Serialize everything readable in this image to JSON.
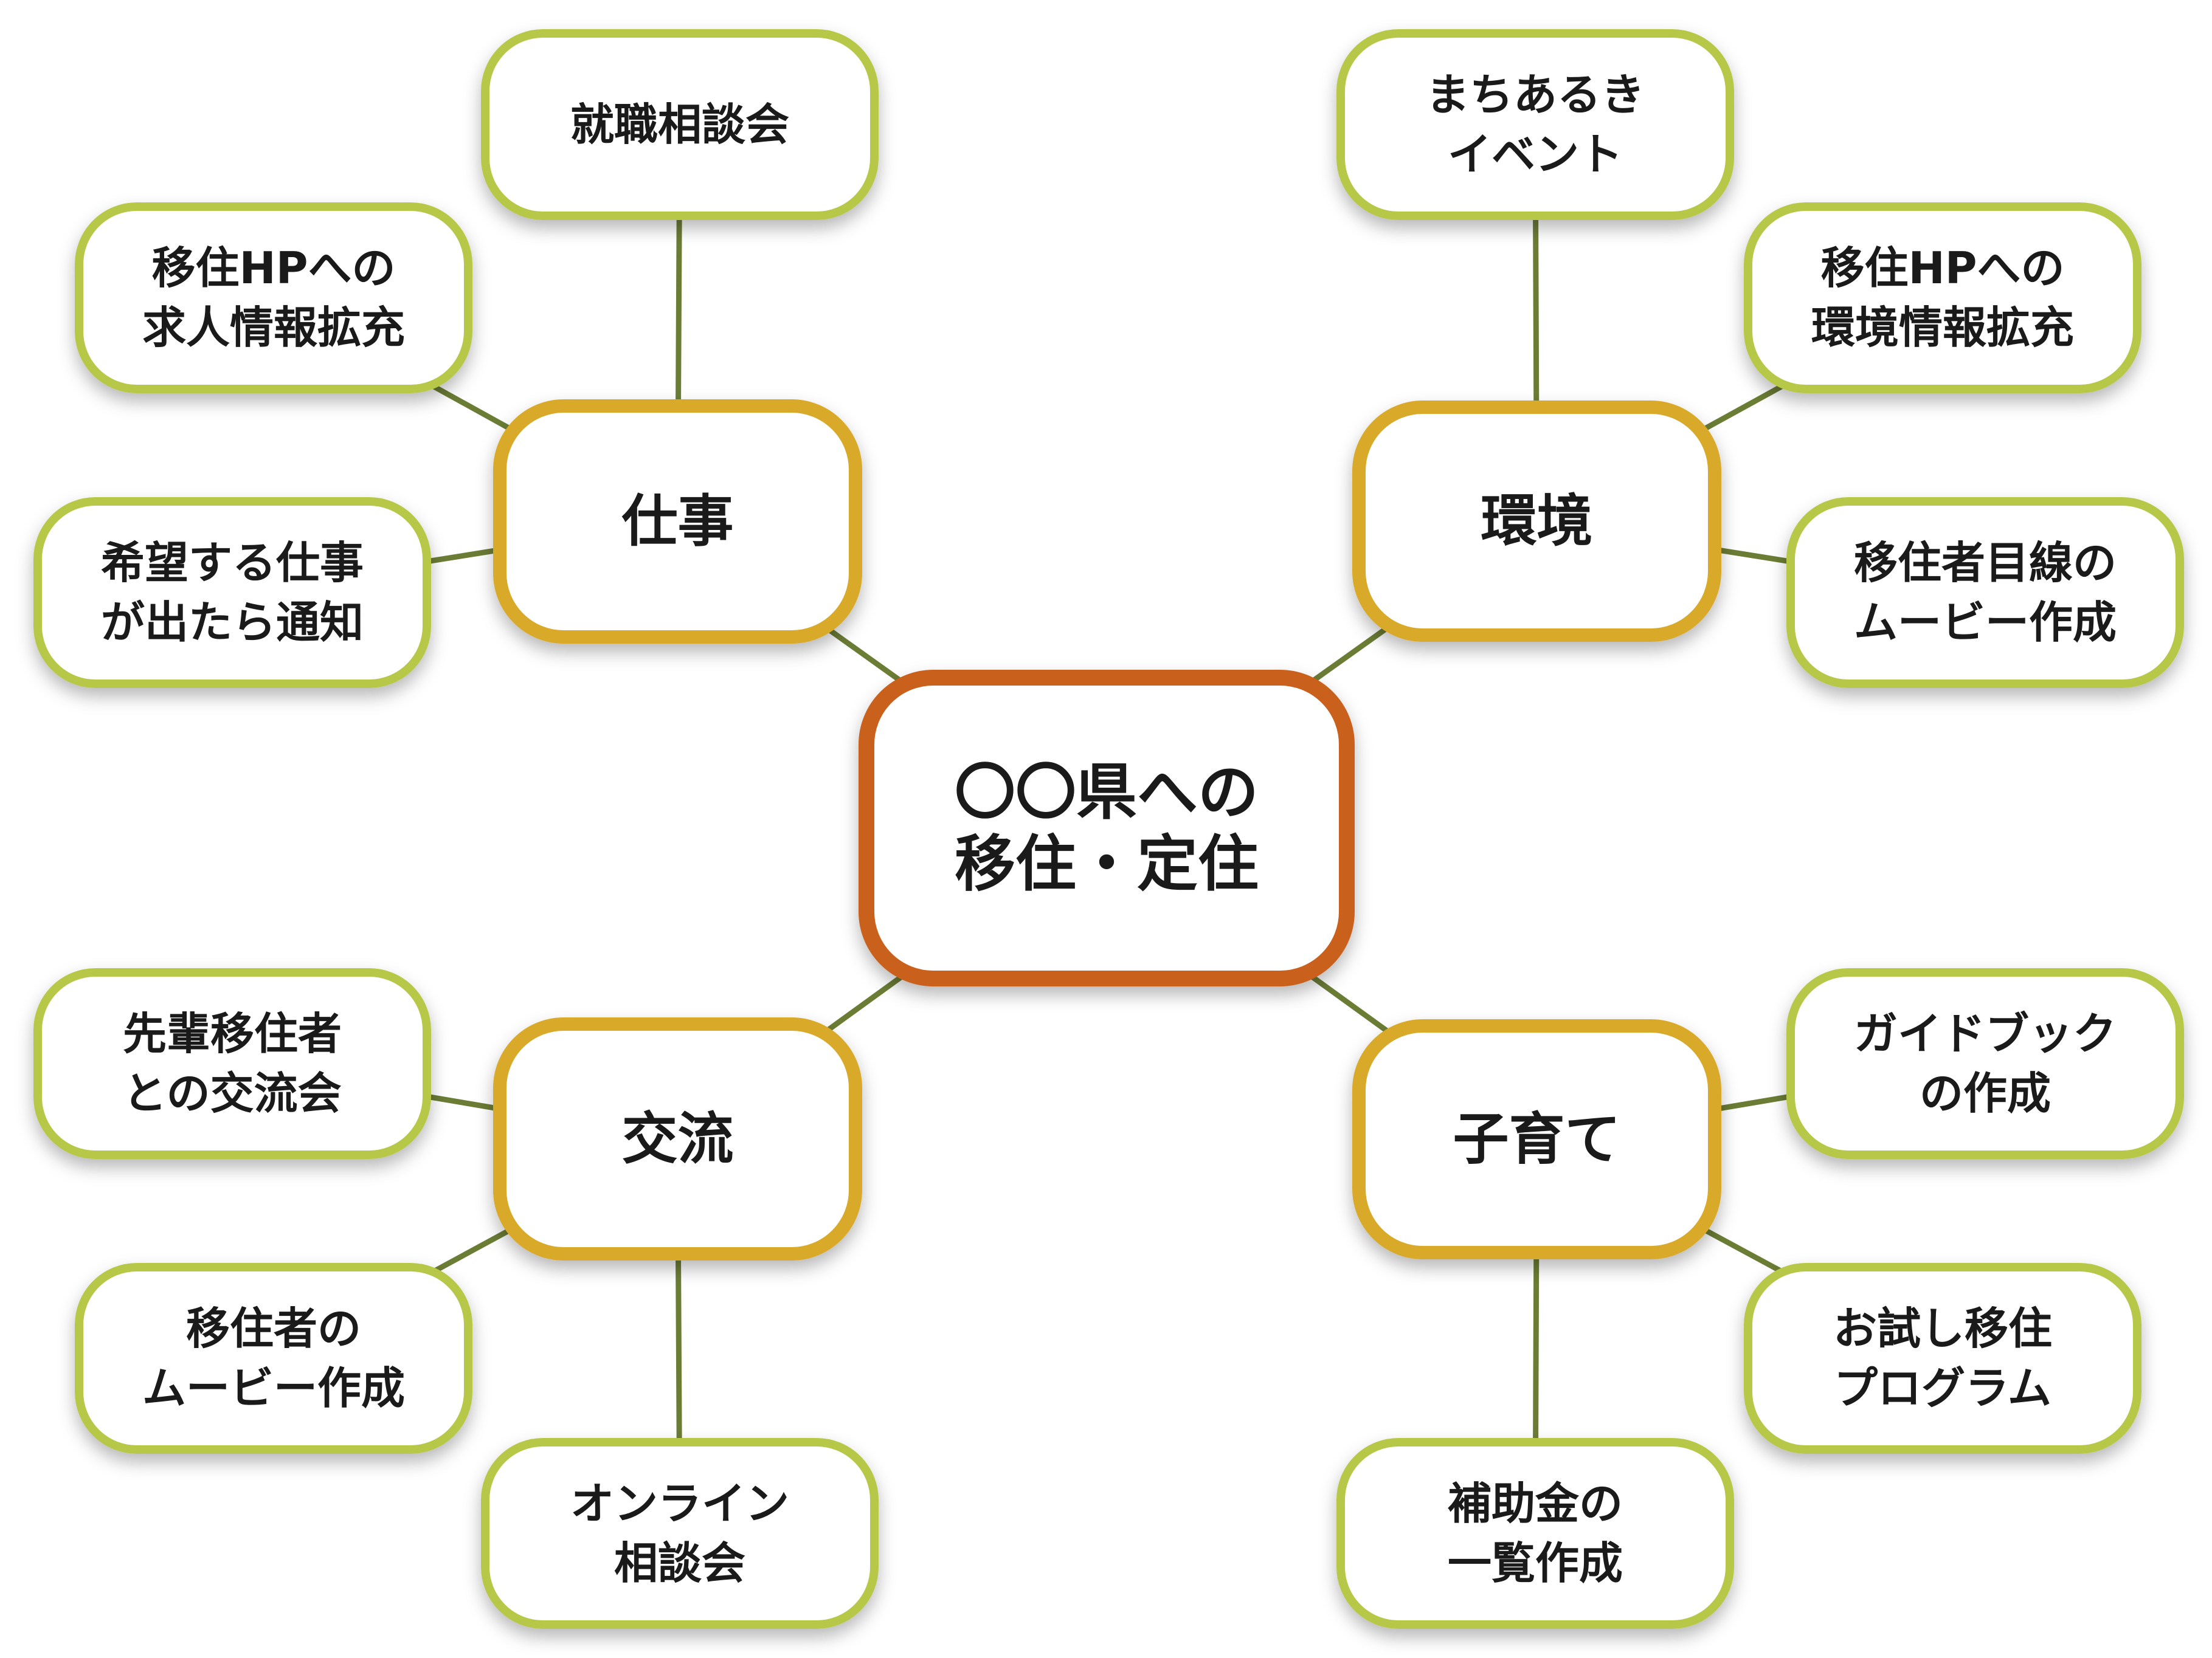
{
  "colors": {
    "center_border": "#c9611f",
    "category_border": "#d9a92c",
    "leaf_border": "#b7c746",
    "connector": "#6b7c35",
    "box_fill": "#ffffff",
    "text": "#1a1a1a"
  },
  "center": {
    "lines": [
      "〇〇県への",
      "移住・定住"
    ]
  },
  "categories": [
    {
      "id": "work",
      "label": "仕事",
      "leaves": [
        {
          "id": "work-1",
          "lines": [
            "就職相談会"
          ]
        },
        {
          "id": "work-2",
          "lines": [
            "移住HPへの",
            "求人情報拡充"
          ]
        },
        {
          "id": "work-3",
          "lines": [
            "希望する仕事",
            "が出たら通知"
          ]
        }
      ]
    },
    {
      "id": "environment",
      "label": "環境",
      "leaves": [
        {
          "id": "env-1",
          "lines": [
            "まちあるき",
            "イベント"
          ]
        },
        {
          "id": "env-2",
          "lines": [
            "移住HPへの",
            "環境情報拡充"
          ]
        },
        {
          "id": "env-3",
          "lines": [
            "移住者目線の",
            "ムービー作成"
          ]
        }
      ]
    },
    {
      "id": "exchange",
      "label": "交流",
      "leaves": [
        {
          "id": "ex-1",
          "lines": [
            "先輩移住者",
            "との交流会"
          ]
        },
        {
          "id": "ex-2",
          "lines": [
            "移住者の",
            "ムービー作成"
          ]
        },
        {
          "id": "ex-3",
          "lines": [
            "オンライン",
            "相談会"
          ]
        }
      ]
    },
    {
      "id": "childcare",
      "label": "子育て",
      "leaves": [
        {
          "id": "cc-1",
          "lines": [
            "ガイドブック",
            "の作成"
          ]
        },
        {
          "id": "cc-2",
          "lines": [
            "お試し移住",
            "プログラム"
          ]
        },
        {
          "id": "cc-3",
          "lines": [
            "補助金の",
            "一覧作成"
          ]
        }
      ]
    }
  ]
}
